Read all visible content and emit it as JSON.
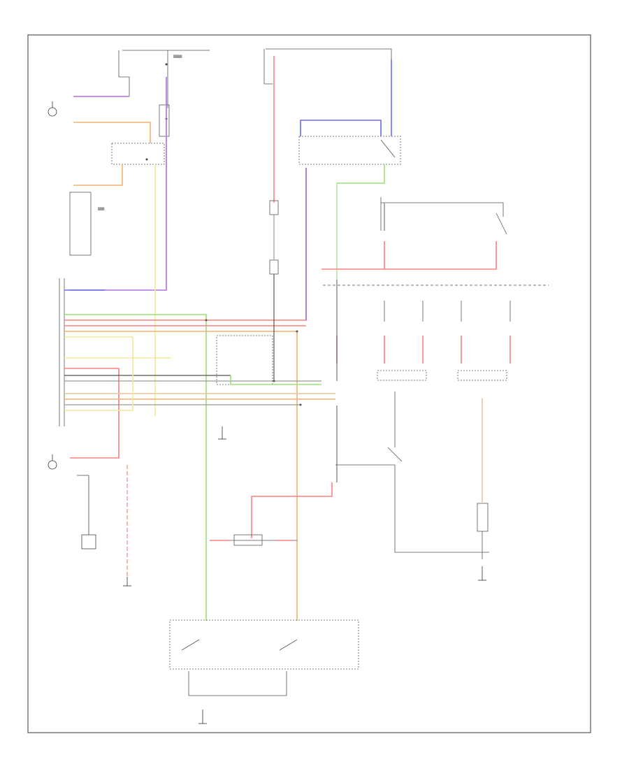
{
  "diagram": {
    "title": "",
    "footer_code": "",
    "wire_colors": {
      "red": "#ff8080",
      "orange": "#f4b070",
      "yellow": "#f2ea9c",
      "green": "#9be07a",
      "blue": "#6a6af0",
      "purple": "#b070e0",
      "gray": "#9a9a9a",
      "black": "#333333",
      "tan": "#e3c89a"
    },
    "components": [
      {
        "id": "fuse-top-left",
        "text": ""
      },
      {
        "id": "fuse-top-center",
        "text": ""
      },
      {
        "id": "headlight-switch",
        "text": ""
      },
      {
        "id": "dimmer-switch",
        "text": ""
      },
      {
        "id": "relay-left",
        "text": ""
      },
      {
        "id": "connector-center",
        "text": ""
      },
      {
        "id": "control-unit",
        "text": ""
      },
      {
        "id": "left-headlight",
        "text": ""
      },
      {
        "id": "right-headlight",
        "text": ""
      },
      {
        "id": "warning-sensor",
        "text": ""
      },
      {
        "id": "transmission-switch",
        "text": ""
      }
    ]
  }
}
